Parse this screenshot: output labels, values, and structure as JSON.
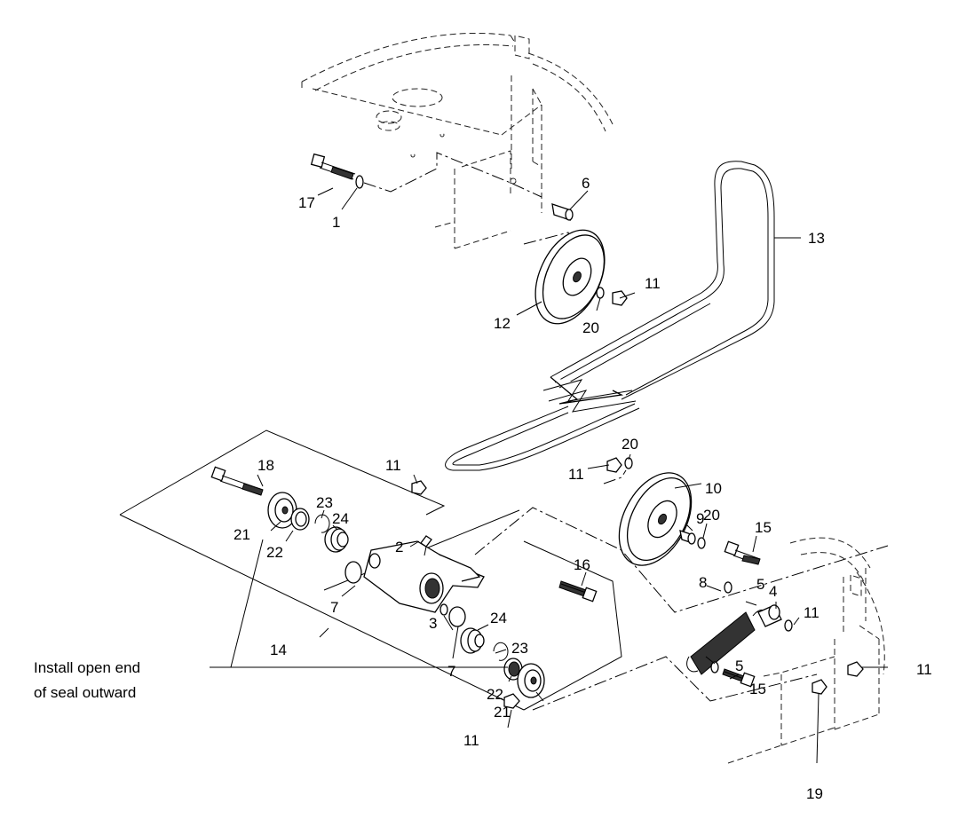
{
  "callouts": [
    {
      "id": "c1",
      "text": "1"
    },
    {
      "id": "c2",
      "text": "2"
    },
    {
      "id": "c3",
      "text": "3"
    },
    {
      "id": "c4",
      "text": "4"
    },
    {
      "id": "c5a",
      "text": "5"
    },
    {
      "id": "c5b",
      "text": "5"
    },
    {
      "id": "c6",
      "text": "6"
    },
    {
      "id": "c7a",
      "text": "7"
    },
    {
      "id": "c7b",
      "text": "7"
    },
    {
      "id": "c8",
      "text": "8"
    },
    {
      "id": "c9",
      "text": "9"
    },
    {
      "id": "c10",
      "text": "10"
    },
    {
      "id": "c11a",
      "text": "11"
    },
    {
      "id": "c11b",
      "text": "11"
    },
    {
      "id": "c11c",
      "text": "11"
    },
    {
      "id": "c11d",
      "text": "11"
    },
    {
      "id": "c11e",
      "text": "11"
    },
    {
      "id": "c11f",
      "text": "11"
    },
    {
      "id": "c12",
      "text": "12"
    },
    {
      "id": "c13",
      "text": "13"
    },
    {
      "id": "c14",
      "text": "14"
    },
    {
      "id": "c15a",
      "text": "15"
    },
    {
      "id": "c15b",
      "text": "15"
    },
    {
      "id": "c16",
      "text": "16"
    },
    {
      "id": "c17",
      "text": "17"
    },
    {
      "id": "c18",
      "text": "18"
    },
    {
      "id": "c19",
      "text": "19"
    },
    {
      "id": "c20a",
      "text": "20"
    },
    {
      "id": "c20b",
      "text": "20"
    },
    {
      "id": "c20c",
      "text": "20"
    },
    {
      "id": "c21a",
      "text": "21"
    },
    {
      "id": "c21b",
      "text": "21"
    },
    {
      "id": "c22a",
      "text": "22"
    },
    {
      "id": "c22b",
      "text": "22"
    },
    {
      "id": "c23a",
      "text": "23"
    },
    {
      "id": "c23b",
      "text": "23"
    },
    {
      "id": "c24a",
      "text": "24"
    },
    {
      "id": "c24b",
      "text": "24"
    }
  ],
  "note": {
    "line1": "Install open end",
    "line2": "of seal outward"
  }
}
